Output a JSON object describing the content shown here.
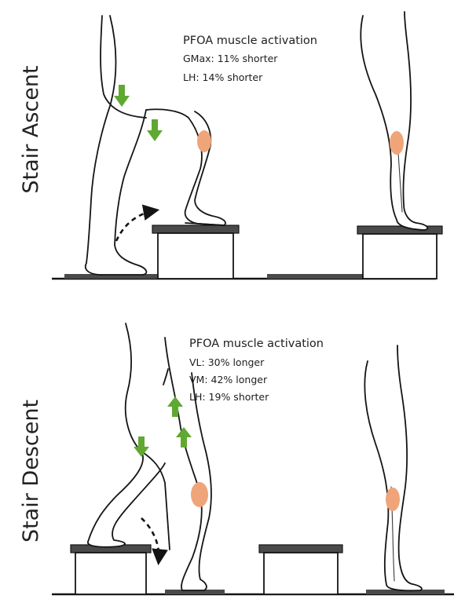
{
  "panels": [
    {
      "side_label": "Stair Ascent",
      "annotation_title": "PFOA muscle activation",
      "annotation_lines": [
        "GMax: 11% shorter",
        "LH: 14% shorter"
      ]
    },
    {
      "side_label": "Stair Descent",
      "annotation_title": "PFOA muscle activation",
      "annotation_lines": [
        "VL: 30% longer",
        "VM: 42% longer",
        "LH: 19% shorter"
      ]
    }
  ],
  "colors": {
    "arrow_green": "#5fa832",
    "knee_marker": "#f0a47a",
    "outline": "#141414",
    "step_top": "#4a4a4a"
  },
  "icons": {
    "down_arrow": "arrow-down-icon",
    "up_arrow": "arrow-up-icon",
    "motion_arrow": "curved-dashed-arrow-icon"
  }
}
